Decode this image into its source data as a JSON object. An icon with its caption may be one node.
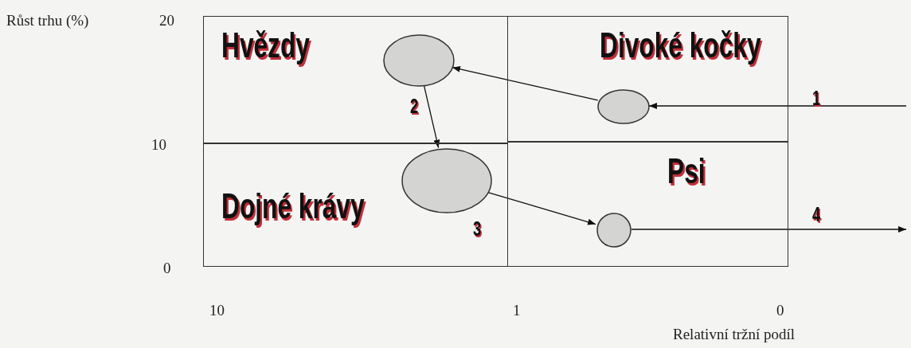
{
  "diagram": {
    "nodes": [
      {
        "text": [
          "Hvězdy"
        ]
      },
      {
        "text": [],
        "shape": "ellipse",
        "in": 0,
        "beside": [
          "2"
        ]
      },
      {
        "text": [
          "Divoké kočky"
        ]
      },
      {
        "text": [],
        "shape": "ellipse",
        "in": 2
      },
      {
        "text": [
          "Dojné krávy"
        ]
      },
      {
        "text": [],
        "shape": "ellipse",
        "in": 4,
        "beside": [
          "3"
        ]
      },
      {
        "text": [
          "Psi"
        ]
      },
      {
        "text": [],
        "shape": "circle",
        "in": 6
      }
    ],
    "edges": [
      {
        "from": null,
        "to": 3,
        "arrow": "to"
      },
      {
        "from": 3,
        "to": 1,
        "arrow": "to"
      },
      {
        "from": 1,
        "to": 5,
        "arrow": "to"
      },
      {
        "from": 5,
        "to": 7,
        "arrow": "to"
      },
      {
        "from": 7,
        "to": null,
        "arrow": "to"
      }
    ],
    "labels": [
      "Růst trhu (%)",
      "20",
      "1",
      "10",
      "4",
      "0",
      "10",
      "1",
      "0",
      "Relativní tržní podíl"
    ]
  }
}
